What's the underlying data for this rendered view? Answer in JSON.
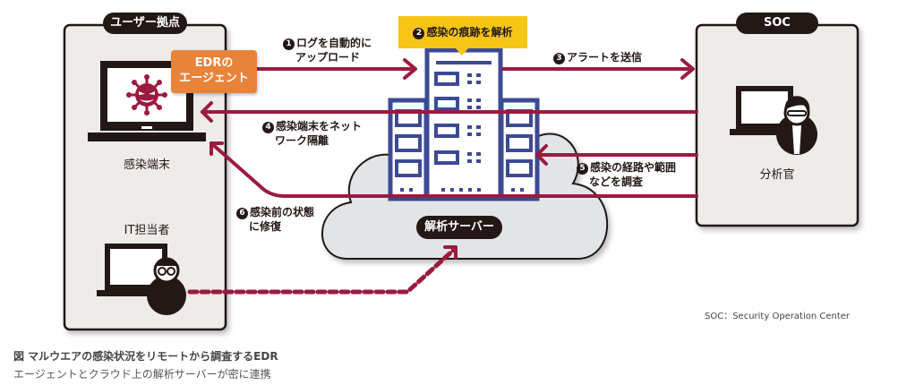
{
  "diagram": {
    "user_site": {
      "title": "ユーザー拠点",
      "infected_device_label": "感染端末",
      "it_staff_label": "IT担当者",
      "edr_agent_label_line1": "EDRの",
      "edr_agent_label_line2": "エージェント"
    },
    "soc": {
      "title": "SOC",
      "analyst_label": "分析官"
    },
    "cloud": {
      "server_label": "解析サーバー"
    },
    "steps": [
      {
        "num": "1",
        "line1": "ログを自動的に",
        "line2": "アップロード"
      },
      {
        "num": "2",
        "line1": "感染の痕跡を解析"
      },
      {
        "num": "3",
        "line1": "アラートを送信"
      },
      {
        "num": "4",
        "line1": "感染端末をネット",
        "line2": "ワーク隔離"
      },
      {
        "num": "5",
        "line1": "感染の経路や範囲",
        "line2": "などを調査"
      },
      {
        "num": "6",
        "line1": "感染前の状態",
        "line2": "に修復"
      }
    ],
    "footnote": "SOC：Security Operation Center"
  },
  "caption": {
    "title": "図 マルウエアの感染状況をリモートから調査するEDR",
    "subtitle": "エージェントとクラウド上の解析サーバーが密に連携"
  },
  "colors": {
    "arrow": "#9b1b3e",
    "edr_orange": "#e8833a",
    "callout_yellow": "#f6c515",
    "server_blue": "#3d4a93",
    "panel_bg": "#eeece8",
    "cloud_bg": "#e1e5e8",
    "dark": "#231815"
  }
}
